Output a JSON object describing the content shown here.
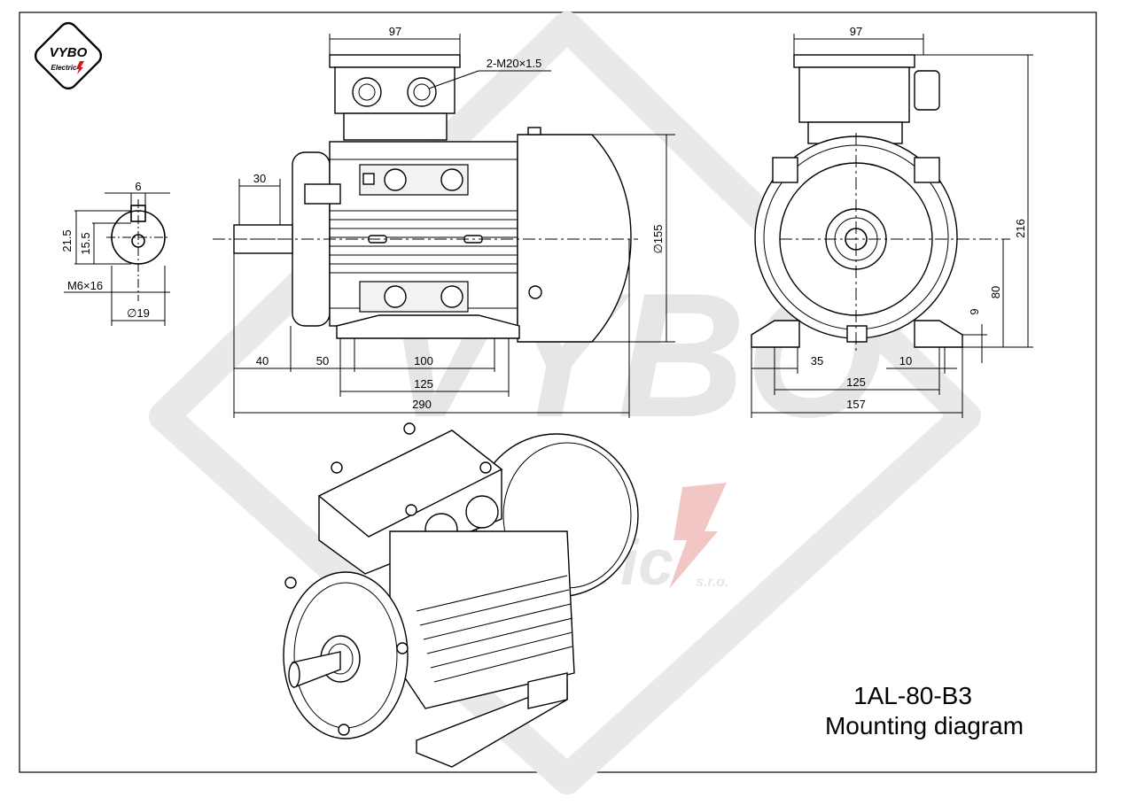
{
  "title": {
    "model": "1AL-80-B3",
    "subtitle": "Mounting diagram"
  },
  "logo": {
    "brand": "VYBO",
    "sub": "Electric"
  },
  "watermark": {
    "brand": "VYBO",
    "sub": "Electric",
    "suffix": "s.r.o."
  },
  "shaft_section": {
    "key_width": "6",
    "height_total": "21.5",
    "height_inner": "15.5",
    "thread": "M6×16",
    "diameter": "∅19"
  },
  "side_view": {
    "terminal_box_width": "97",
    "cable_gland": "2-M20×1.5",
    "shaft_length": "30",
    "body_diameter": "∅155",
    "shaft_to_flange": "40",
    "flange_to_foot": "50",
    "foot_hole_spacing": "100",
    "foot_length": "125",
    "total_length": "290"
  },
  "front_view": {
    "terminal_box_width": "97",
    "total_height": "216",
    "shaft_height": "80",
    "foot_thickness": "9",
    "foot_width": "35",
    "hole_diameter": "10",
    "hole_spacing": "125",
    "total_width": "157"
  },
  "colors": {
    "line": "#000000",
    "watermark": "#e9e9e9",
    "accent_red": "#d7141a"
  }
}
